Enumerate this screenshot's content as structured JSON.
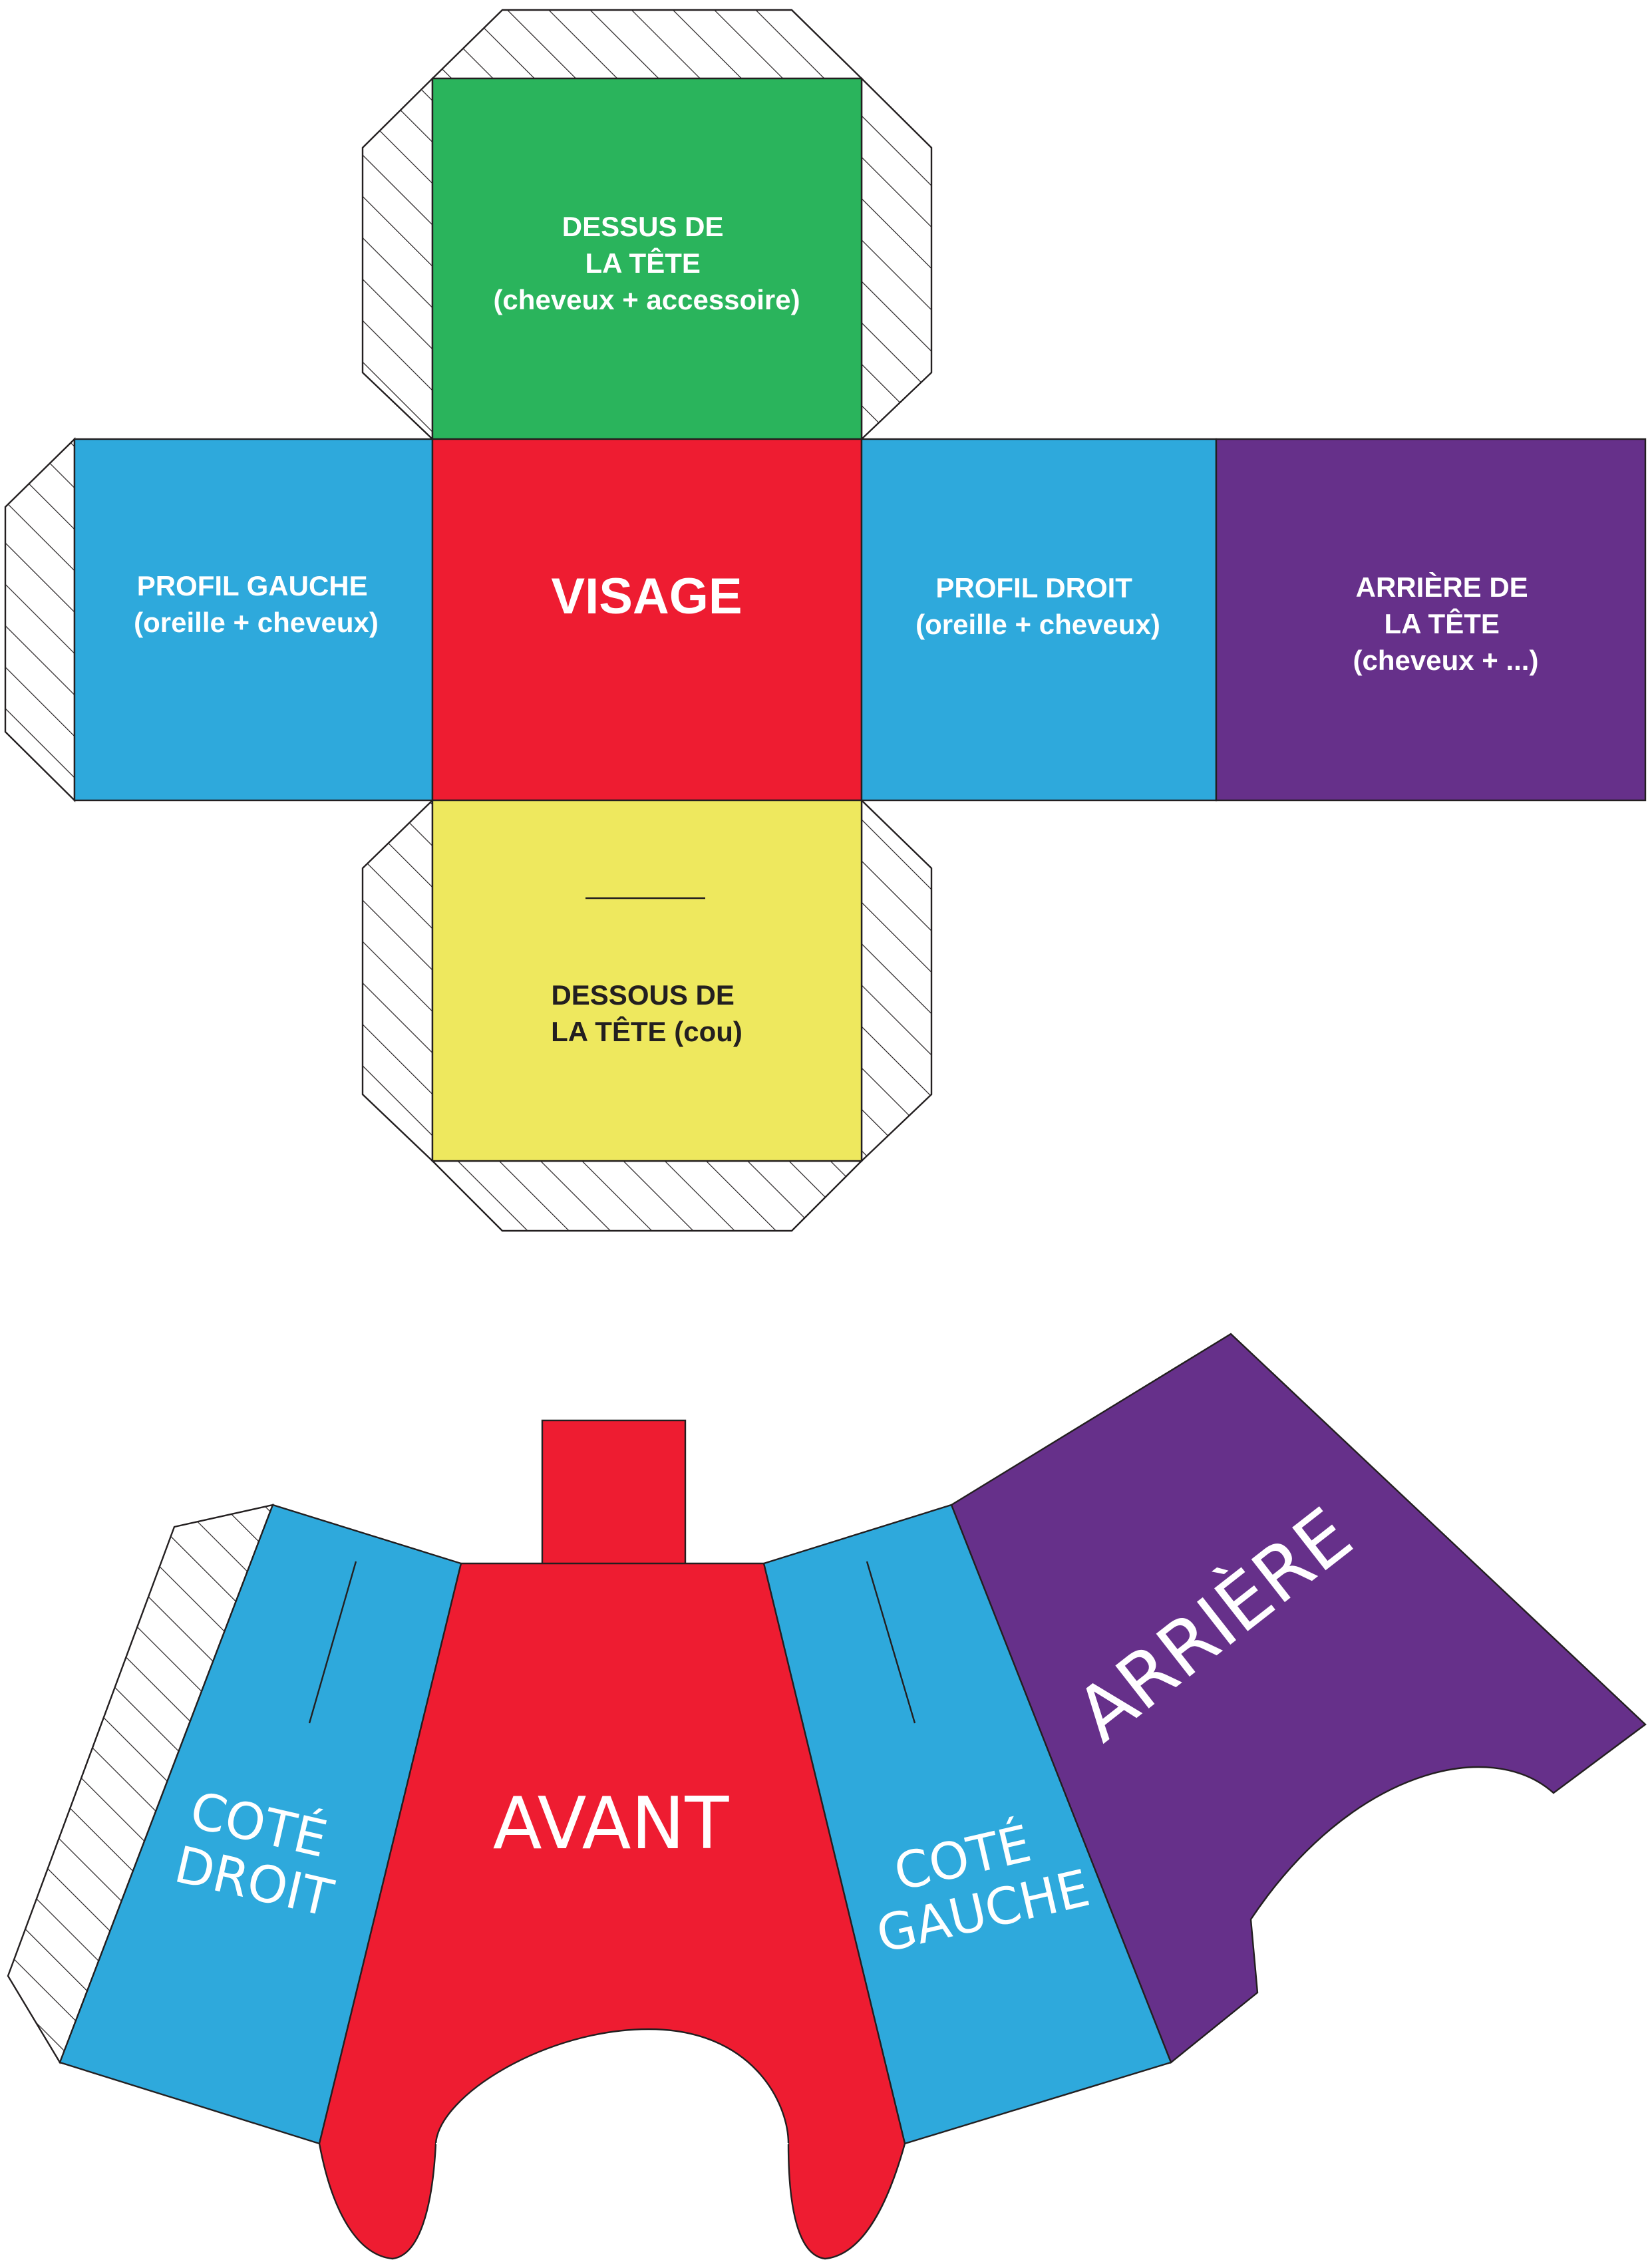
{
  "head": {
    "top": {
      "line1": "DESSUS DE",
      "line2": "LA TÊTE",
      "line3": "(cheveux + accessoire)"
    },
    "face": {
      "label": "VISAGE"
    },
    "left": {
      "line1": "PROFIL GAUCHE",
      "line2": "(oreille + cheveux)"
    },
    "right": {
      "line1": "PROFIL DROIT",
      "line2": "(oreille + cheveux)"
    },
    "back": {
      "line1": "ARRIÈRE DE",
      "line2": "LA TÊTE",
      "line3": "(cheveux + ...)"
    },
    "bottom": {
      "line1": "DESSOUS DE",
      "line2": "LA TÊTE (cou)"
    }
  },
  "body": {
    "front": {
      "label": "AVANT"
    },
    "right_side": {
      "line1": "COTÉ",
      "line2": "DROIT"
    },
    "left_side": {
      "line1": "COTÉ",
      "line2": "GAUCHE"
    },
    "back": {
      "label": "ARRIÈRE"
    }
  },
  "colors": {
    "green": "#2ab45c",
    "red": "#ee1c31",
    "blue": "#2ea9dc",
    "purple": "#66308a",
    "yellow": "#eee85e",
    "outline": "#231f20"
  }
}
